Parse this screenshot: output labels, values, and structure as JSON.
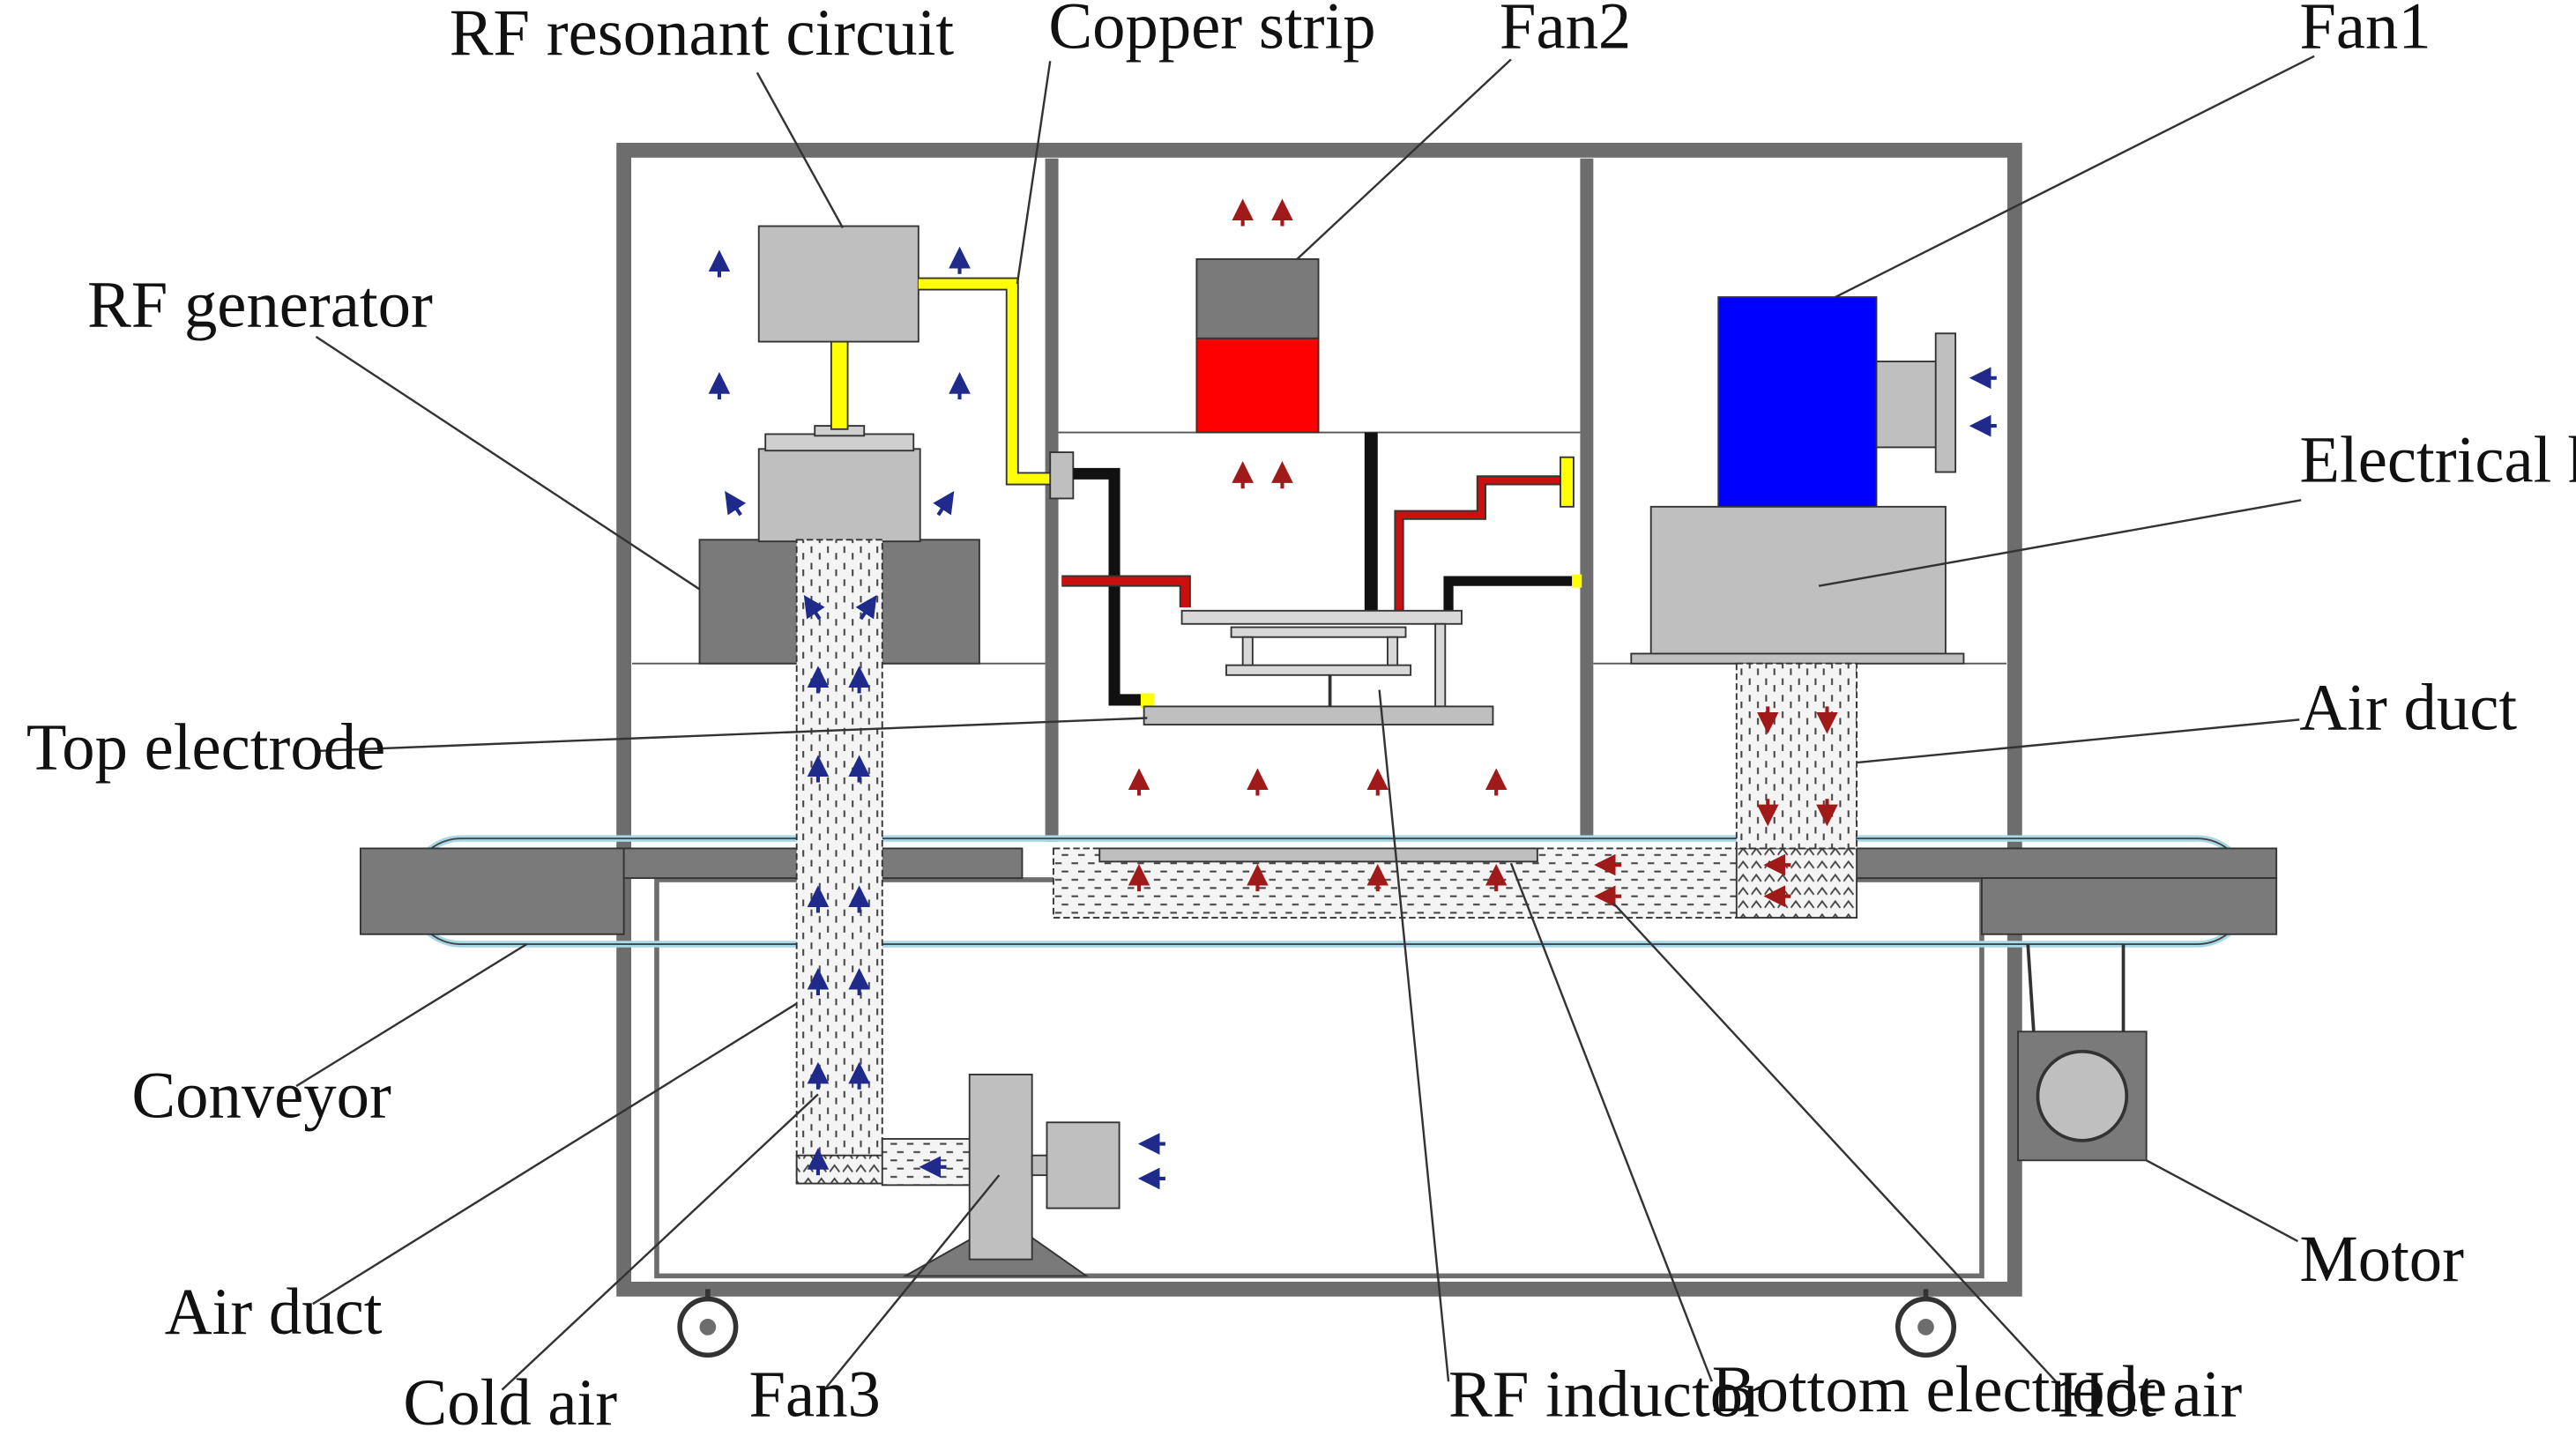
{
  "labels": {
    "rf_resonant_circuit": "RF resonant circuit",
    "copper_strip": "Copper strip",
    "fan2": "Fan2",
    "fan1": "Fan1",
    "rf_generator": "RF generator",
    "electrical_heater": "Electrical heater",
    "top_electrode": "Top electrode",
    "air_duct_right": "Air duct",
    "conveyor": "Conveyor",
    "air_duct_left": "Air duct",
    "cold_air": "Cold air",
    "fan3": "Fan3",
    "rf_inductor": "RF inductor",
    "bottom_electrode": "Bottom electrode",
    "hot_air": "Hot air",
    "motor": "Motor"
  },
  "colors": {
    "frame": "#6d6d6d",
    "component_light": "#bfbfbf",
    "component_dark": "#7a7a7a",
    "copper_strip": "#ffff00",
    "fan1": "#0000ff",
    "fan2_motor": "#ff0000",
    "cold_air_arrow": "#1f2a8a",
    "hot_air_arrow": "#a11a1a",
    "conveyor": "#a8d8e8"
  }
}
